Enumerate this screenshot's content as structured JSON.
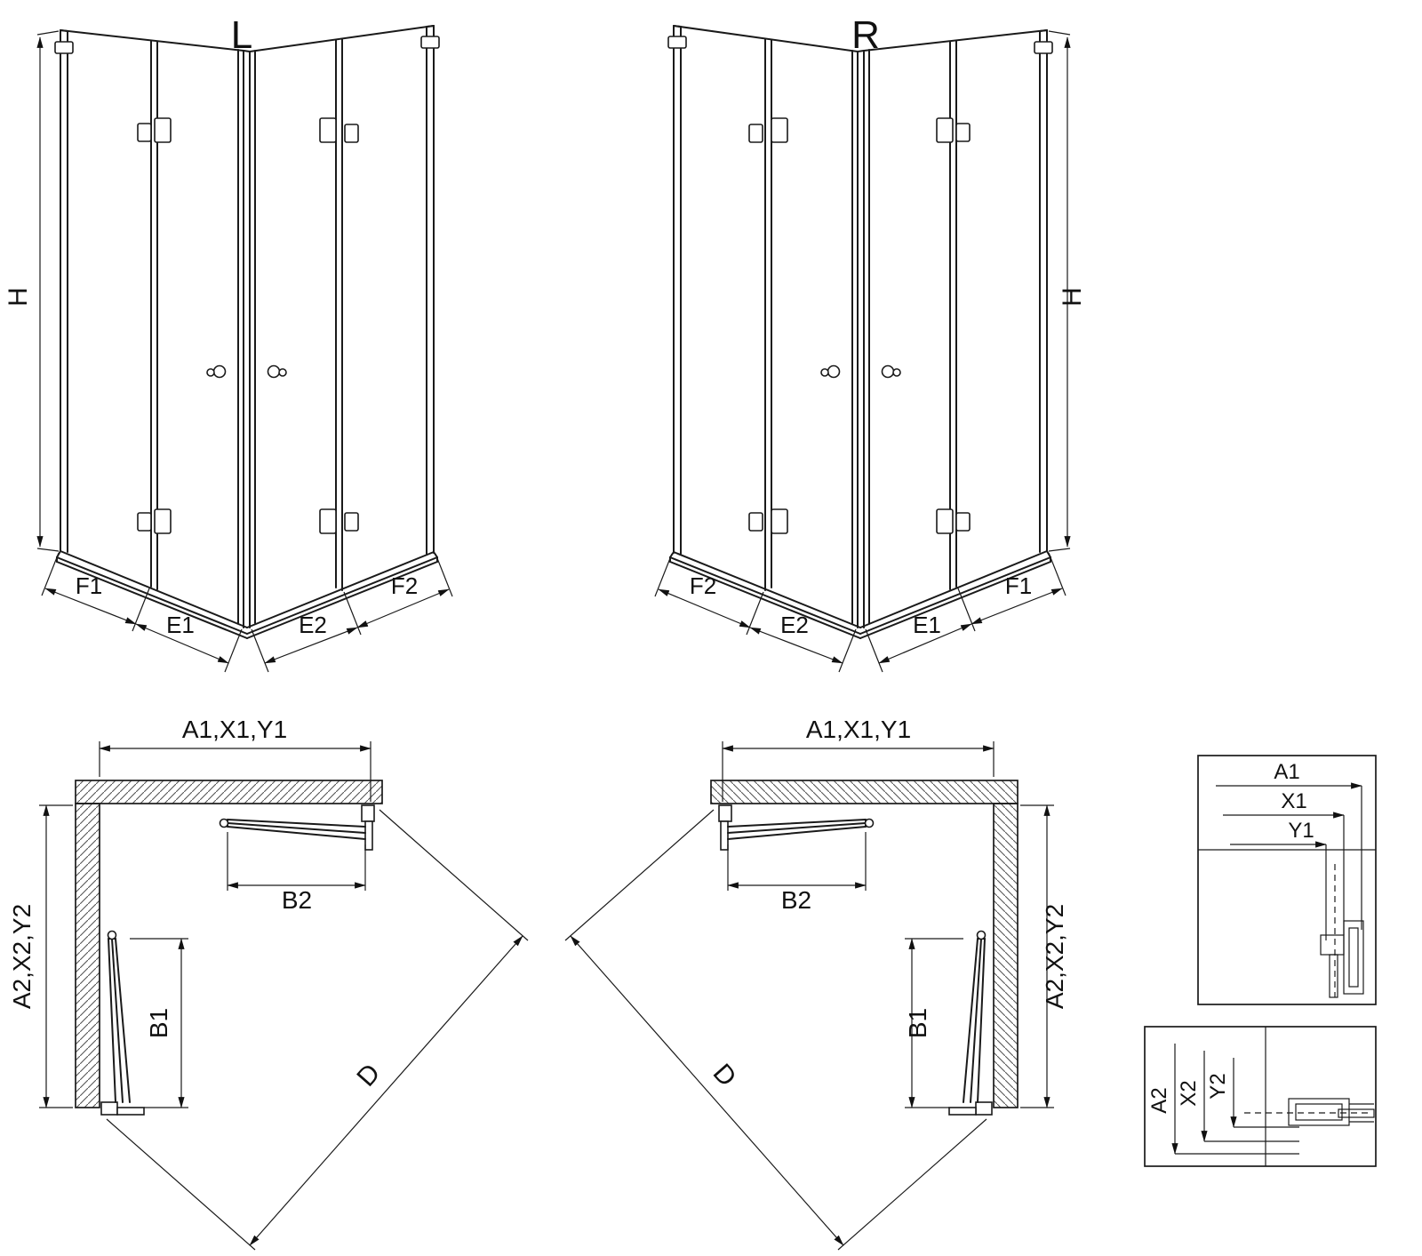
{
  "perspective_left": {
    "view_label": "L",
    "height_label": "H",
    "seg1": "F1",
    "seg2": "E1",
    "seg3": "E2",
    "seg4": "F2"
  },
  "perspective_right": {
    "view_label": "R",
    "height_label": "H",
    "seg1": "F2",
    "seg2": "E2",
    "seg3": "E1",
    "seg4": "F1"
  },
  "plan_left": {
    "width_label": "A1,X1,Y1",
    "depth_label": "A2,X2,Y2",
    "top_door_label": "B2",
    "side_door_label": "B1",
    "diagonal_label": "D"
  },
  "plan_right": {
    "width_label": "A1,X1,Y1",
    "depth_label": "A2,X2,Y2",
    "top_door_label": "B2",
    "side_door_label": "B1",
    "diagonal_label": "D"
  },
  "detail_width": {
    "dim1": "A1",
    "dim2": "X1",
    "dim3": "Y1"
  },
  "detail_depth": {
    "dim1": "A2",
    "dim2": "X2",
    "dim3": "Y2"
  }
}
